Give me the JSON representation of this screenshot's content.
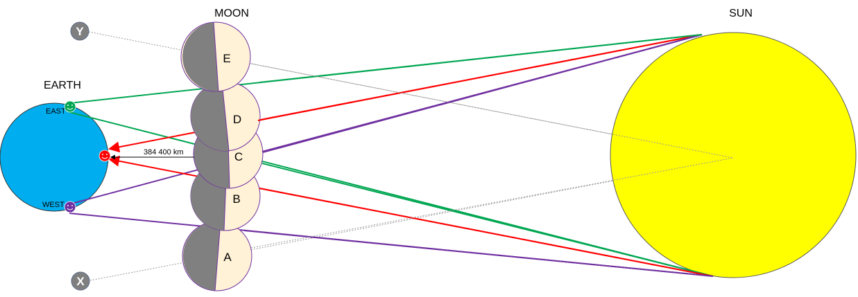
{
  "labels": {
    "moon_title": "MOON",
    "sun_title": "SUN",
    "earth_title": "EARTH",
    "east": "EAST",
    "west": "WEST",
    "distance": "384 400 km",
    "point_y": "Y",
    "point_x": "X"
  },
  "moon_phases": [
    "A",
    "B",
    "C",
    "D",
    "E"
  ],
  "colors": {
    "earth": "#00aeef",
    "sun": "#ffff00",
    "moon_dark": "#808080",
    "moon_light": "#fff2d6",
    "outline": "#7030a0",
    "green": "#00a651",
    "red": "#ff0000",
    "purple": "#7030a0",
    "dotted": "#999999",
    "marker": "#7f7f7f"
  }
}
